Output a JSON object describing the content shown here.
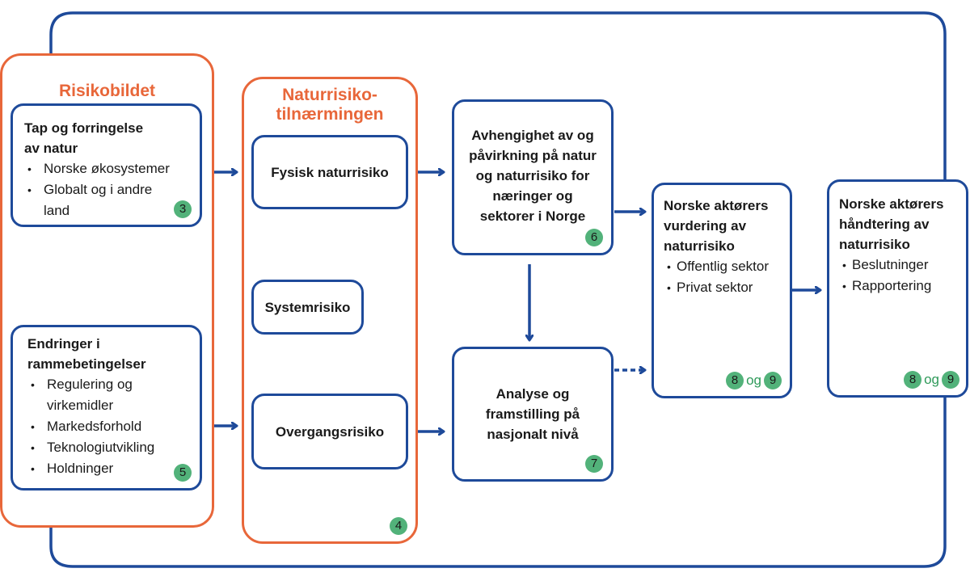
{
  "colors": {
    "group_border": "#e8673a",
    "box_border": "#1e4a9a",
    "arrow": "#1e4a9a",
    "badge_fill": "#52b27a",
    "og_text": "#2f9a5a"
  },
  "groups": {
    "risikobildet": {
      "title": "Risikobildet"
    },
    "naturrisiko": {
      "title_line1": "Naturrisiko-",
      "title_line2": "tilnærmingen",
      "badge": "4"
    }
  },
  "boxes": {
    "tap": {
      "title_line1": "Tap og forringelse",
      "title_line2": "av natur",
      "bullets": [
        "Norske økosystemer",
        "Globalt og i andre land"
      ],
      "badge": "3"
    },
    "endringer": {
      "title_line1": "Endringer i",
      "title_line2": "rammebetingelser",
      "bullets": [
        "Regulering og virkemidler",
        "Markedsforhold",
        "Teknologiutvikling",
        "Holdninger"
      ],
      "badge": "5"
    },
    "fysisk": {
      "title": "Fysisk naturrisiko"
    },
    "system": {
      "title": "Systemrisiko"
    },
    "overgang": {
      "title": "Overgangsrisiko"
    },
    "avhengighet": {
      "lines": [
        "Avhengighet av og",
        "påvirkning på natur",
        "og naturrisiko for",
        "næringer og",
        "sektorer i Norge"
      ],
      "badge": "6"
    },
    "analyse": {
      "lines": [
        "Analyse og",
        "framstilling på",
        "nasjonalt nivå"
      ],
      "badge": "7"
    },
    "vurdering": {
      "lines": [
        "Norske aktørers",
        "vurdering av",
        "naturrisiko"
      ],
      "bullets": [
        "Offentlig sektor",
        "Privat sektor"
      ],
      "badge_a": "8",
      "og": "og",
      "badge_b": "9"
    },
    "handtering": {
      "lines": [
        "Norske aktørers",
        "håndtering av",
        "naturrisiko"
      ],
      "bullets": [
        "Beslutninger",
        "Rapportering"
      ],
      "badge_a": "8",
      "og": "og",
      "badge_b": "9"
    }
  }
}
